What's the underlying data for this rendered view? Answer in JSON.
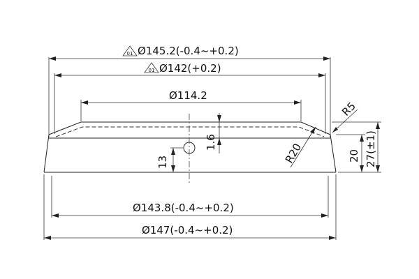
{
  "dimensions": {
    "outer_top_diameter": "Ø145.2(-0.4~+0.2)",
    "inner_top_diameter": "Ø142(+0.2)",
    "top_face_diameter": "Ø114.2",
    "lower_diameter": "Ø143.8(-0.4~+0.2)",
    "bottom_diameter": "Ø147(-0.4~+0.2)",
    "corner_radius": "R5",
    "chamfer_radius": "R20",
    "hole_offset": "13",
    "hole_depth": "1.6",
    "side_height": "20",
    "total_height": "27(±1)"
  },
  "critical_marker": "01"
}
